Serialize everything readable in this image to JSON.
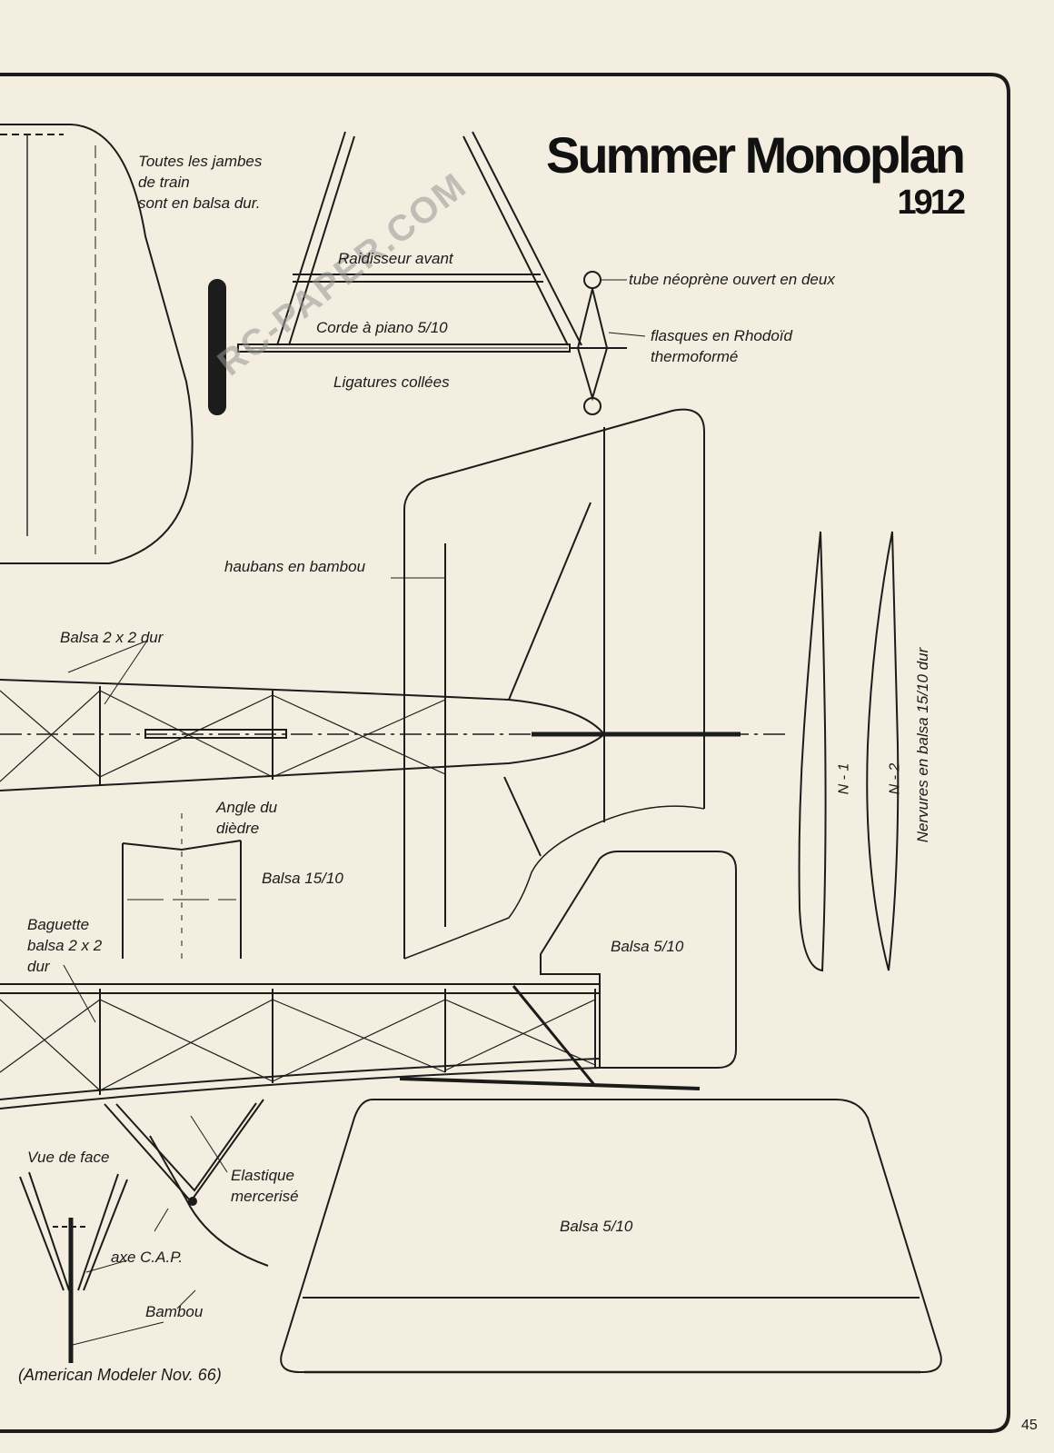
{
  "title": "Summer Monoplan",
  "year": "1912",
  "watermark": "RC-PAPER.COM",
  "page_number": "45",
  "labels": {
    "train": [
      "Toutes les jambes",
      "de train",
      "sont en balsa dur."
    ],
    "raidisseur": "Raidisseur avant",
    "tube": "tube néoprène ouvert en deux",
    "corde": "Corde à piano 5/10",
    "flasques": [
      "flasques en Rhodoïd",
      "thermoformé"
    ],
    "ligatures": "Ligatures collées",
    "haubans": "haubans en bambou",
    "balsa2x2": "Balsa 2 x 2 dur",
    "angle": [
      "Angle du",
      "dièdre"
    ],
    "balsa15": "Balsa 15/10",
    "baguette": [
      "Baguette",
      "balsa 2 x 2",
      "dur"
    ],
    "balsa5_fin": "Balsa 5/10",
    "vue_face": "Vue de face",
    "elastique": [
      "Elastique",
      "mercerisé"
    ],
    "axe": "axe C.A.P.",
    "bambou": "Bambou",
    "balsa5_tail": "Balsa 5/10",
    "source": "(American Modeler Nov. 66)",
    "nervures": "Nervures en balsa 15/10 dur",
    "n1": "N - 1",
    "n2": "N - 2"
  }
}
